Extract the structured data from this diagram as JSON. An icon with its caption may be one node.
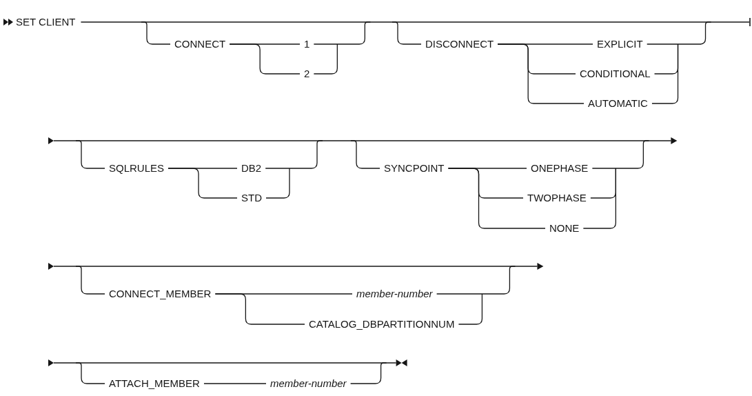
{
  "diagram": {
    "nodes": [
      {
        "text": [
          "SET CLIENT"
        ]
      },
      {
        "text": [
          "CONNECT"
        ]
      },
      {
        "text": [
          "1"
        ]
      },
      {
        "text": [
          "2"
        ]
      },
      {
        "text": [
          "DISCONNECT"
        ]
      },
      {
        "text": [
          "EXPLICIT"
        ]
      },
      {
        "text": [
          "CONDITIONAL"
        ]
      },
      {
        "text": [
          "AUTOMATIC"
        ]
      },
      {
        "text": [
          "SQLRULES"
        ]
      },
      {
        "text": [
          "DB2"
        ]
      },
      {
        "text": [
          "STD"
        ]
      },
      {
        "text": [
          "SYNCPOINT"
        ]
      },
      {
        "text": [
          "ONEPHASE"
        ]
      },
      {
        "text": [
          "TWOPHASE"
        ]
      },
      {
        "text": [
          "NONE"
        ]
      },
      {
        "text": [
          "CONNECT_MEMBER"
        ]
      },
      {
        "text": [
          "member-number"
        ]
      },
      {
        "text": [
          "CATALOG_DBPARTITIONNUM"
        ]
      },
      {
        "text": [
          "ATTACH_MEMBER"
        ]
      },
      {
        "text": [
          "member-number"
        ]
      }
    ],
    "edges": [
      {
        "from": 1,
        "to": 2,
        "arrow": "none"
      },
      {
        "from": 1,
        "to": 3,
        "arrow": "none"
      },
      {
        "from": 4,
        "to": 5,
        "arrow": "none"
      },
      {
        "from": 4,
        "to": 6,
        "arrow": "none"
      },
      {
        "from": 4,
        "to": 7,
        "arrow": "none"
      },
      {
        "from": 8,
        "to": 9,
        "arrow": "none"
      },
      {
        "from": 8,
        "to": 10,
        "arrow": "none"
      },
      {
        "from": 11,
        "to": 12,
        "arrow": "none"
      },
      {
        "from": 11,
        "to": 13,
        "arrow": "none"
      },
      {
        "from": 11,
        "to": 14,
        "arrow": "none"
      },
      {
        "from": 15,
        "to": 16,
        "arrow": "none"
      },
      {
        "from": 15,
        "to": 17,
        "arrow": "none"
      },
      {
        "from": 18,
        "to": 19,
        "arrow": "none"
      },
      {
        "from": 0,
        "to": null,
        "arrow": "none"
      },
      {
        "from": null,
        "to": 1,
        "arrow": "none"
      },
      {
        "from": 2,
        "to": null,
        "arrow": "none"
      },
      {
        "from": 3,
        "to": null,
        "arrow": "none"
      },
      {
        "from": null,
        "to": 4,
        "arrow": "none"
      },
      {
        "from": 5,
        "to": null,
        "arrow": "none"
      },
      {
        "from": 6,
        "to": null,
        "arrow": "none"
      },
      {
        "from": 7,
        "to": null,
        "arrow": "none"
      },
      {
        "from": null,
        "to": 8,
        "arrow": "none"
      },
      {
        "from": 9,
        "to": null,
        "arrow": "none"
      },
      {
        "from": 10,
        "to": null,
        "arrow": "none"
      },
      {
        "from": null,
        "to": 11,
        "arrow": "none"
      },
      {
        "from": 12,
        "to": null,
        "arrow": "none"
      },
      {
        "from": 13,
        "to": null,
        "arrow": "none"
      },
      {
        "from": 14,
        "to": null,
        "arrow": "none"
      },
      {
        "from": null,
        "to": 15,
        "arrow": "none"
      },
      {
        "from": 16,
        "to": null,
        "arrow": "none"
      },
      {
        "from": 17,
        "to": null,
        "arrow": "none"
      },
      {
        "from": null,
        "to": 18,
        "arrow": "none"
      },
      {
        "from": 19,
        "to": null,
        "arrow": "none"
      }
    ]
  }
}
